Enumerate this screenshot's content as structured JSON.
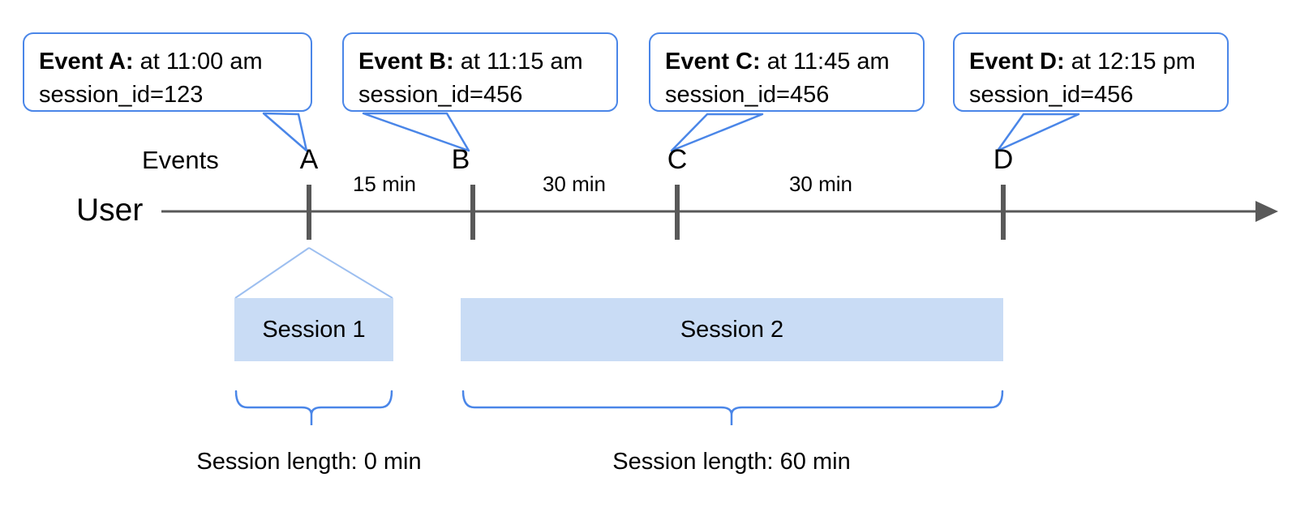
{
  "diagram": {
    "title_row_label": "Events",
    "axis_label": "User"
  },
  "callouts": [
    {
      "name": "Event A:",
      "time": " at 11:00 am",
      "session_id": "session_id=123"
    },
    {
      "name": "Event B:",
      "time": " at 11:15 am",
      "session_id": "session_id=456"
    },
    {
      "name": "Event C:",
      "time": " at 11:45 am",
      "session_id": "session_id=456"
    },
    {
      "name": "Event D:",
      "time": " at 12:15 pm",
      "session_id": "session_id=456"
    }
  ],
  "events": [
    {
      "letter": "A"
    },
    {
      "letter": "B"
    },
    {
      "letter": "C"
    },
    {
      "letter": "D"
    }
  ],
  "gaps": [
    {
      "label": "15 min"
    },
    {
      "label": "30 min"
    },
    {
      "label": "30 min"
    }
  ],
  "sessions": [
    {
      "label": "Session 1",
      "caption": "Session length: 0 min"
    },
    {
      "label": "Session 2",
      "caption": "Session length: 60 min"
    }
  ],
  "colors": {
    "callout_border": "#4a86e8",
    "session_fill": "#c9dcf5",
    "axis_line": "#595959",
    "tick": "#595959",
    "brace": "#4a86e8",
    "text": "#000000"
  }
}
